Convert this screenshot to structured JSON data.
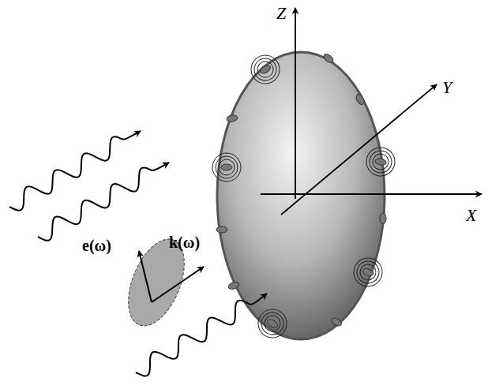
{
  "diagram": {
    "labels": [
      "Z",
      "Y",
      "X",
      "e(ω)",
      "k(ω)"
    ]
  }
}
